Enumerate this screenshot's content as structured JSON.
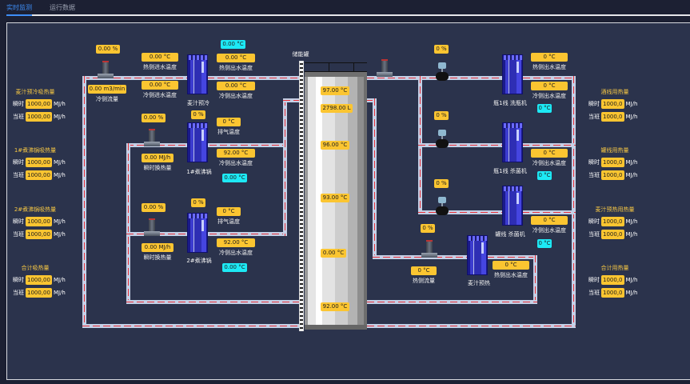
{
  "tabs": [
    {
      "label": "实时监测",
      "active": true
    },
    {
      "label": "运行数据",
      "active": false
    }
  ],
  "colors": {
    "accent": "#3e8ef7",
    "value_bg": "#fbc531",
    "cyan_bg": "#1de9f5",
    "pipe": "#c5d0e6",
    "pipe_dash": "#e8333a",
    "panel_bg": "#2b334c",
    "title": "#f6c744"
  },
  "left_stats": [
    {
      "title": "麦汁预冷吸热量",
      "rows": [
        {
          "label": "瞬时",
          "value": "1000,00",
          "unit": "MJ/h"
        },
        {
          "label": "当班",
          "value": "1000,00",
          "unit": "MJ/h"
        }
      ]
    },
    {
      "title": "1#煮沸锅吸热量",
      "rows": [
        {
          "label": "瞬时",
          "value": "1000,00",
          "unit": "MJ/h"
        },
        {
          "label": "当班",
          "value": "1000,00",
          "unit": "MJ/h"
        }
      ]
    },
    {
      "title": "2#煮沸锅吸热量",
      "rows": [
        {
          "label": "瞬时",
          "value": "1000,00",
          "unit": "MJ/h"
        },
        {
          "label": "当班",
          "value": "1000,00",
          "unit": "MJ/h"
        }
      ]
    },
    {
      "title": "合计吸热量",
      "rows": [
        {
          "label": "瞬时",
          "value": "1000,00",
          "unit": "MJ/h"
        },
        {
          "label": "当班",
          "value": "1000,00",
          "unit": "MJ/h"
        }
      ]
    }
  ],
  "right_stats": [
    {
      "title": "酒线用热量",
      "rows": [
        {
          "label": "瞬时",
          "value": "1000,0",
          "unit": "MJ/h"
        },
        {
          "label": "当班",
          "value": "1000,0",
          "unit": "MJ/h"
        }
      ]
    },
    {
      "title": "罐线用热量",
      "rows": [
        {
          "label": "瞬时",
          "value": "1000,0",
          "unit": "MJ/h"
        },
        {
          "label": "当班",
          "value": "1000,0",
          "unit": "MJ/h"
        }
      ]
    },
    {
      "title": "麦汁预热用热量",
      "rows": [
        {
          "label": "瞬时",
          "value": "1000,0",
          "unit": "MJ/h"
        },
        {
          "label": "当班",
          "value": "1000,0",
          "unit": "MJ/h"
        }
      ]
    },
    {
      "title": "合计用热量",
      "rows": [
        {
          "label": "瞬时",
          "value": "1000,0",
          "unit": "MJ/h"
        },
        {
          "label": "当班",
          "value": "1000,0",
          "unit": "MJ/h"
        }
      ]
    }
  ],
  "wort_cooling": {
    "name": "麦汁预冷",
    "pump_pct": "0.00 %",
    "flow_value": "0.00 m3/min",
    "flow_label": "冷侧流量",
    "hot_in_value": "0.00 °C",
    "hot_in_label": "热侧进水温度",
    "cold_in_value": "0.00 °C",
    "cold_in_label": "冷侧进水温度",
    "hot_out_value": "0.00 °C",
    "hot_out_label": "热侧出水温度",
    "cold_out_value": "0.00 °C",
    "cold_out_label": "冷侧出水温度",
    "cyan_value": "0.00 °C",
    "valve_pct": "0 %"
  },
  "boiler1": {
    "name": "1#煮沸锅",
    "pump_pct": "0.00 %",
    "heat_value": "0.00 MJ/h",
    "heat_label": "瞬时换热量",
    "exhaust_value": "0 °C",
    "exhaust_label": "排气温度",
    "cold_out_value": "92.00 °C",
    "cold_out_label": "冷侧出水温度",
    "cyan_value": "0.00 °C"
  },
  "boiler2": {
    "name": "2#煮沸锅",
    "pump_pct": "0.00 %",
    "valve_pct": "0 %",
    "heat_value": "0.00 MJ/h",
    "heat_label": "瞬时换热量",
    "exhaust_value": "0 °C",
    "exhaust_label": "排气温度",
    "cold_out_value": "92.00 °C",
    "cold_out_label": "冷侧出水温度",
    "cyan_value": "0.00 °C"
  },
  "tank": {
    "name": "储能罐",
    "temp_top": "97.00 °C",
    "level": "2798.00 L",
    "temp_2": "96.00 °C",
    "temp_3": "93.00 °C",
    "temp_4": "0.00 °C",
    "temp_bottom": "92.00 °C"
  },
  "line1": {
    "name": "瓶1线 洗瓶机",
    "valve_pct": "0 %",
    "hot_out_value": "0 °C",
    "hot_out_label": "热侧出水温度",
    "cold_out_value": "0 °C",
    "cold_out_label": "冷侧出水温度",
    "cyan_value": "0 °C"
  },
  "line2": {
    "name": "瓶1线 杀菌机",
    "valve_pct": "0 %",
    "cold_out_value": "0 °C",
    "cold_out_label": "冷侧出水温度",
    "cyan_value": "0 °C"
  },
  "line3": {
    "name": "罐线 杀菌机",
    "valve_pct": "0 %",
    "cold_out_value": "0 °C",
    "cold_out_label": "冷侧出水温度",
    "cyan_value": "0 °C"
  },
  "preheat": {
    "name": "麦汁预热",
    "pump_pct": "0 %",
    "flow_value": "0 °C",
    "flow_label": "热侧流量",
    "hot_out_value": "0 °C",
    "hot_out_label": "热侧出水温度"
  }
}
